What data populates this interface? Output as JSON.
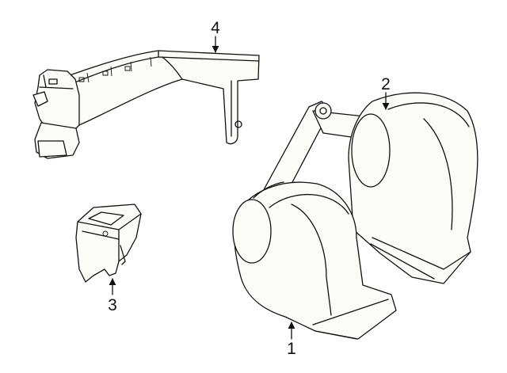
{
  "callouts": [
    {
      "id": "1",
      "label": "1",
      "part": "horn-low"
    },
    {
      "id": "2",
      "label": "2",
      "part": "horn-high"
    },
    {
      "id": "3",
      "label": "3",
      "part": "bracket-clip"
    },
    {
      "id": "4",
      "label": "4",
      "part": "horn-mounting-bracket"
    }
  ],
  "colors": {
    "line": "#111111",
    "fill": "#fbfbf7",
    "background": "#ffffff"
  }
}
